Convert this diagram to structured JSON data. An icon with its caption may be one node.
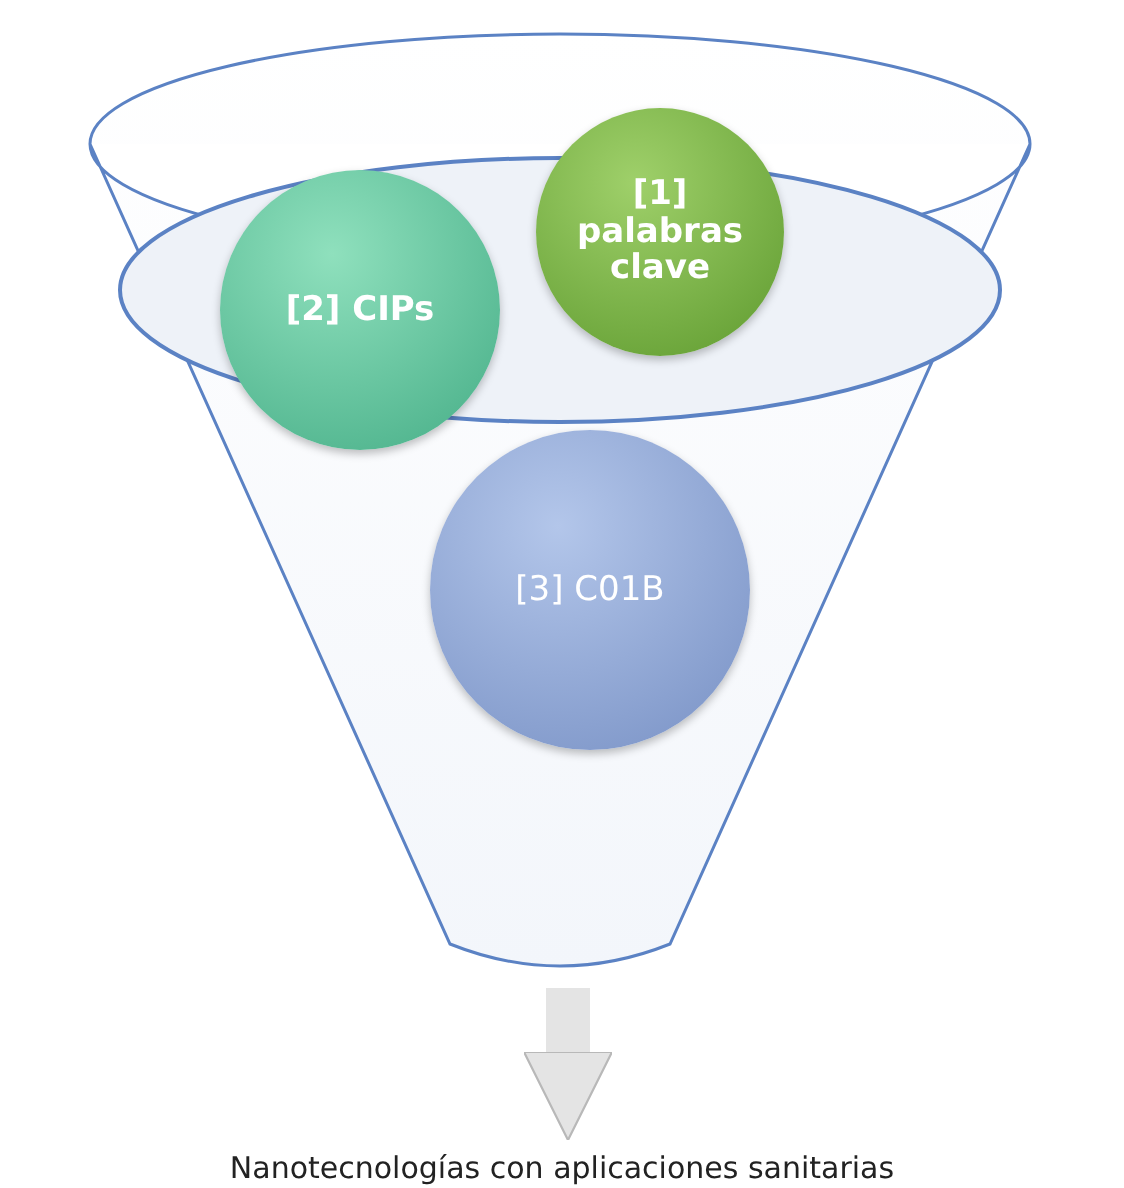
{
  "diagram": {
    "nodes": [
      {
        "text": [],
        "shape": "funnel"
      },
      {
        "text": [
          "[1] palabras clave"
        ],
        "in": 0
      },
      {
        "text": [
          "[2] CIPs"
        ],
        "in": 0
      },
      {
        "text": [
          "[3] C01B"
        ],
        "in": 0
      },
      {
        "text": [
          "Nanotecnologías con aplicaciones sanitarias"
        ]
      }
    ],
    "edges": [
      {
        "from": 0,
        "to": 4,
        "arrow": "to"
      }
    ]
  }
}
